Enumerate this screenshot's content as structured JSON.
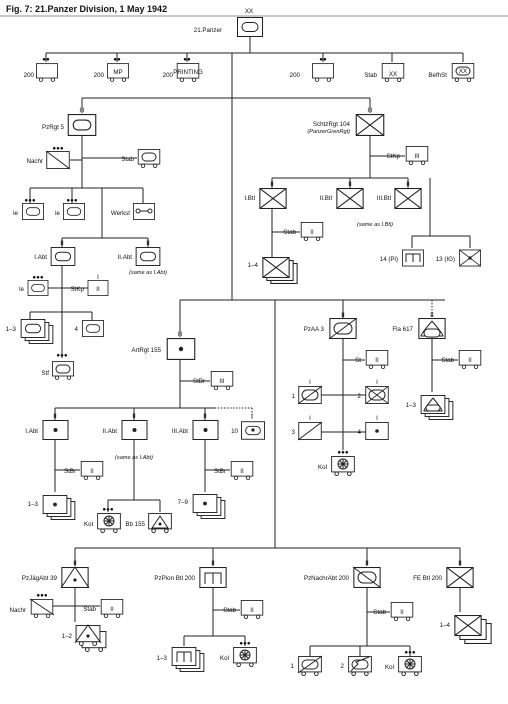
{
  "title": "Fig. 7: 21.Panzer Division, 1 May 1942",
  "units": {
    "hq": "21.Panzer",
    "s200a": "200",
    "s200b": "200",
    "s200b_sub": "MP",
    "s200c": "200",
    "s200c_sub": "PRINTING",
    "s200d": "200",
    "stab_div": "Stab",
    "befhst": "BefhSt",
    "pzrgt": "PzRgt 5",
    "nachr": "Nachr",
    "stab1": "Stab",
    "le1": "le",
    "le2": "le",
    "werkst": "Werkst",
    "abt1": "I.Abt",
    "abt2": "II.Abt",
    "abt2_note": "(same as I.Abt)",
    "le3": "le",
    "stkp1": "StKp",
    "n13": "1–3",
    "n4": "4",
    "stf": "Stf",
    "schtz": "SchtzRgt 104",
    "schtz_sub": "(PanzerGrenRgt)",
    "stkp2": "StKp",
    "ibtl": "I.Btl",
    "iibtl": "II.Btl",
    "iiibtl": "III.Btl",
    "btl_note": "(same as I.Btl)",
    "stab2": "Stab",
    "n14a": "1–4",
    "c14": "14 (Pi)",
    "c13": "13 (IG)",
    "art": "ArtRgt 155",
    "stbr1": "StBr",
    "aabt1": "I.Abt",
    "aabt2": "II.Abt",
    "aabt2_note": "(same as I.Abt)",
    "aabt3": "III.Abt",
    "n10": "10",
    "stbr2": "StBr",
    "stbr3": "StBr",
    "n13b": "1–3",
    "n79": "7–9",
    "kol1": "Kol",
    "bb155": "Bb 155",
    "pzaa": "PzAA 3",
    "st": "St",
    "n1a": "1",
    "n2a": "2",
    "n3a": "3",
    "n4a": "4",
    "kol2": "Kol",
    "flak": "Fla 617",
    "stab3": "Stab",
    "n13c": "1–3",
    "jag": "PzJägAbt 39",
    "nachr2": "Nachr",
    "stab4": "Stab",
    "n12": "1–2",
    "pion": "PzPion Btl 200",
    "stab5": "Stab",
    "n13d": "1–3",
    "kol3": "Kol",
    "pznachr": "PzNachrAbt 200",
    "stab6": "Stab",
    "n1b": "1",
    "n2b": "2",
    "kol4": "Kol",
    "fe": "FE Btl 200",
    "n14b": "1–4"
  },
  "sizes": {
    "xx": "XX",
    "iii": "III",
    "ii": "II",
    "i": "I",
    "dots": "●●●",
    "dd": "●●"
  }
}
